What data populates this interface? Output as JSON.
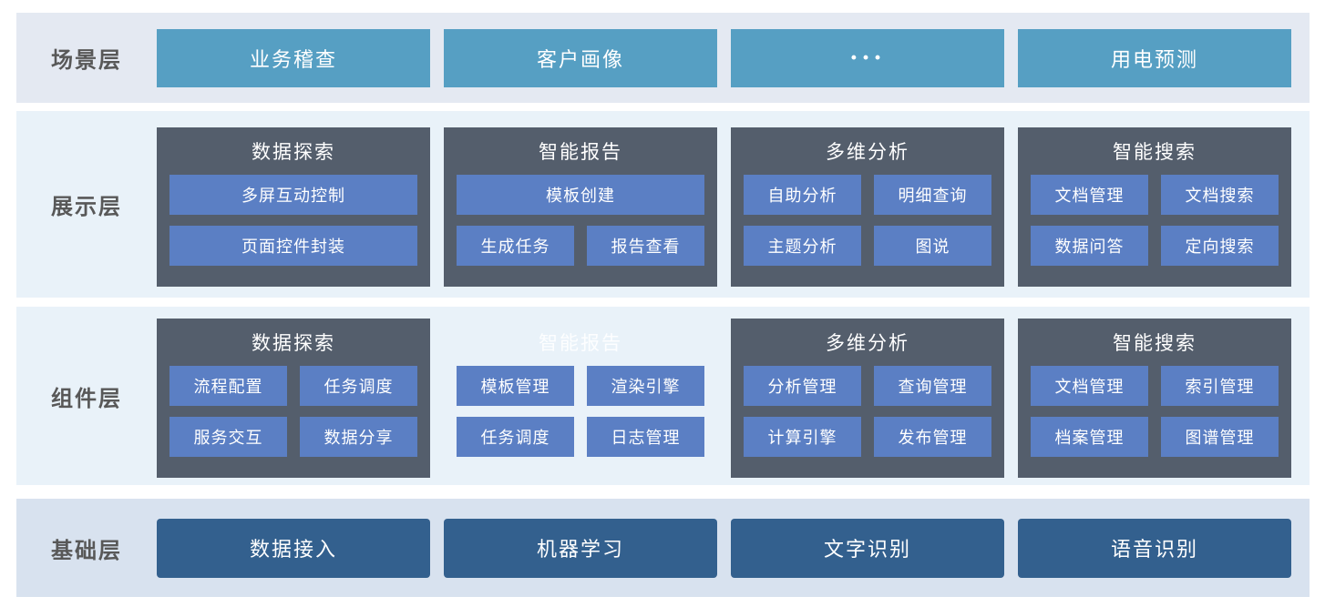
{
  "colors": {
    "scene_band_bg": "#e4e9f2",
    "middle_band_bg": "#e9f2f9",
    "base_band_bg": "#d8e2ef",
    "scene_button": "#569fc3",
    "card_bg": "#545e6c",
    "chip_bg": "#5b7fc4",
    "base_button": "#33608e",
    "label_text": "#585858",
    "button_text": "#ffffff"
  },
  "layers": [
    {
      "label": "场景层",
      "type": "buttons",
      "items": [
        "业务稽查",
        "客户画像",
        "···",
        "用电预测"
      ]
    },
    {
      "label": "展示层",
      "type": "cards",
      "cards": [
        {
          "title": "数据探索",
          "ghost": false,
          "rows": [
            [
              "多屏互动控制"
            ],
            [
              "页面控件封装"
            ]
          ]
        },
        {
          "title": "智能报告",
          "ghost": false,
          "rows": [
            [
              "模板创建"
            ],
            [
              "生成任务",
              "报告查看"
            ]
          ]
        },
        {
          "title": "多维分析",
          "ghost": false,
          "rows": [
            [
              "自助分析",
              "明细查询"
            ],
            [
              "主题分析",
              "图说"
            ]
          ]
        },
        {
          "title": "智能搜索",
          "ghost": false,
          "rows": [
            [
              "文档管理",
              "文档搜索"
            ],
            [
              "数据问答",
              "定向搜索"
            ]
          ]
        }
      ]
    },
    {
      "label": "组件层",
      "type": "cards",
      "cards": [
        {
          "title": "数据探索",
          "ghost": false,
          "rows": [
            [
              "流程配置",
              "任务调度"
            ],
            [
              "服务交互",
              "数据分享"
            ]
          ]
        },
        {
          "title": "智能报告",
          "ghost": true,
          "rows": [
            [
              "模板管理",
              "渲染引擎"
            ],
            [
              "任务调度",
              "日志管理"
            ]
          ]
        },
        {
          "title": "多维分析",
          "ghost": false,
          "rows": [
            [
              "分析管理",
              "查询管理"
            ],
            [
              "计算引擎",
              "发布管理"
            ]
          ]
        },
        {
          "title": "智能搜索",
          "ghost": false,
          "rows": [
            [
              "文档管理",
              "索引管理"
            ],
            [
              "档案管理",
              "图谱管理"
            ]
          ]
        }
      ]
    },
    {
      "label": "基础层",
      "type": "buttons",
      "items": [
        "数据接入",
        "机器学习",
        "文字识别",
        "语音识别"
      ]
    }
  ]
}
